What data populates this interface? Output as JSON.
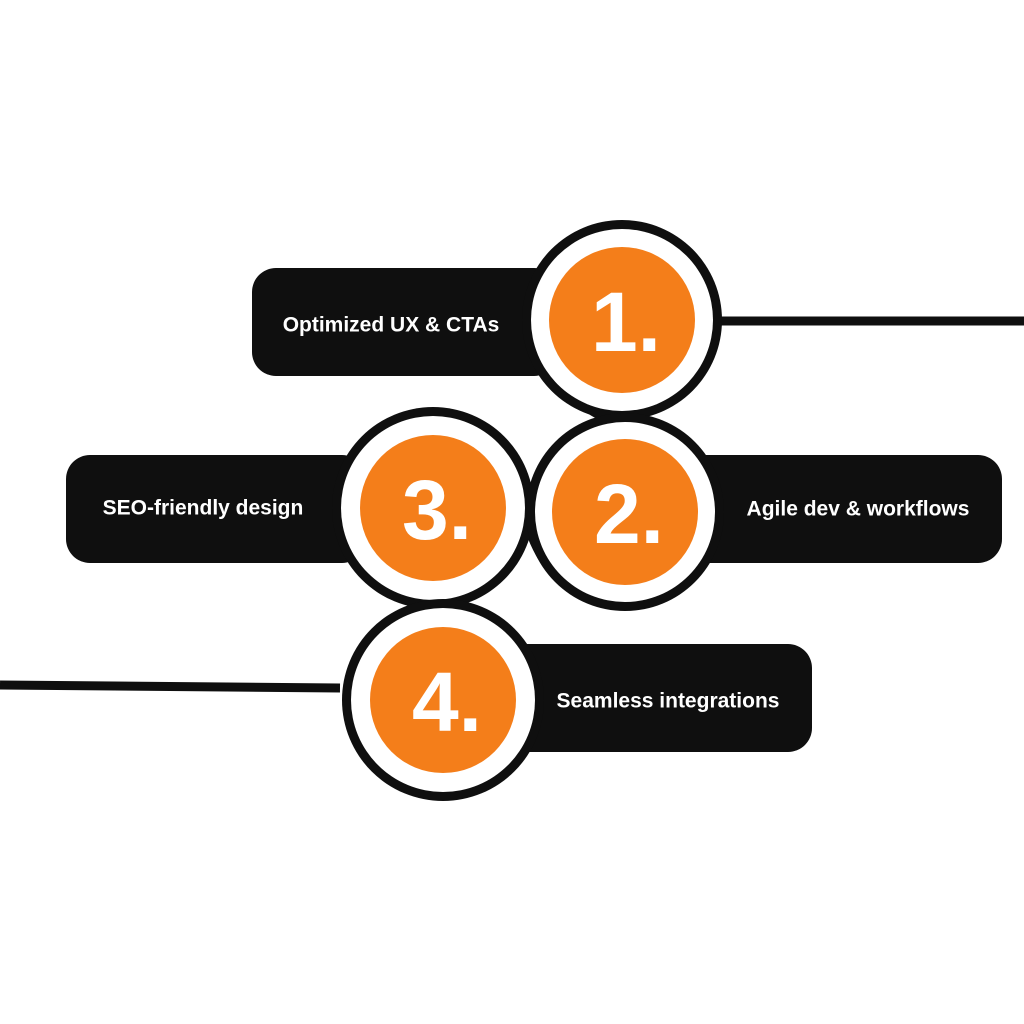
{
  "colors": {
    "accent": "#F47E1A",
    "dark": "#0F0F0F",
    "text": "#FFFFFF",
    "background": "#FFFFFF"
  },
  "steps": [
    {
      "number": "1.",
      "label": "Optimized UX & CTAs"
    },
    {
      "number": "2.",
      "label": "Agile dev & workflows"
    },
    {
      "number": "3.",
      "label": "SEO-friendly design"
    },
    {
      "number": "4.",
      "label": "Seamless integrations"
    }
  ]
}
